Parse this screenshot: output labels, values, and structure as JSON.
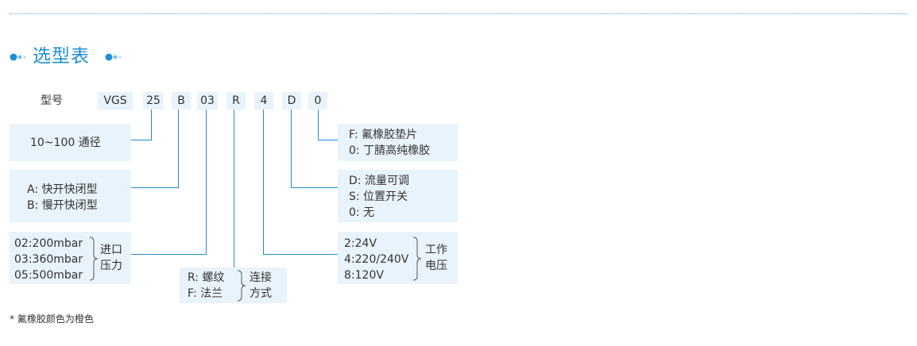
{
  "heading": {
    "title": "选型表"
  },
  "model_label": "型号",
  "codes": [
    "VGS",
    "25",
    "B",
    "03",
    "R",
    "4",
    "D",
    "0"
  ],
  "options": {
    "diameter": {
      "text": "10~100 通径"
    },
    "action": {
      "lines": [
        "A: 快开快闭型",
        "B: 慢开快闭型"
      ]
    },
    "inlet_pressure": {
      "values": [
        "02:200mbar",
        "03:360mbar",
        "05:500mbar"
      ],
      "group_label": [
        "进口",
        "压力"
      ]
    },
    "connection": {
      "values": [
        "R: 螺纹",
        "F: 法兰"
      ],
      "group_label": [
        "连接",
        "方式"
      ]
    },
    "voltage": {
      "values": [
        "2:24V",
        "4:220/240V",
        "8:120V"
      ],
      "group_label": [
        "工作",
        "电压"
      ]
    },
    "adjust": {
      "lines": [
        "D: 流量可调",
        "S: 位置开关",
        "0: 无"
      ]
    },
    "gasket": {
      "lines": [
        "F: 氟橡胶垫片",
        "0: 丁腈高纯橡胶"
      ]
    }
  },
  "footnote": "* 氟橡胶颜色为橙色",
  "colors": {
    "accent": "#1e8fd0",
    "box_fill": "#e8f3fb",
    "connector": "#1e8fd0",
    "dotted_rule": "#4aa6d8"
  }
}
